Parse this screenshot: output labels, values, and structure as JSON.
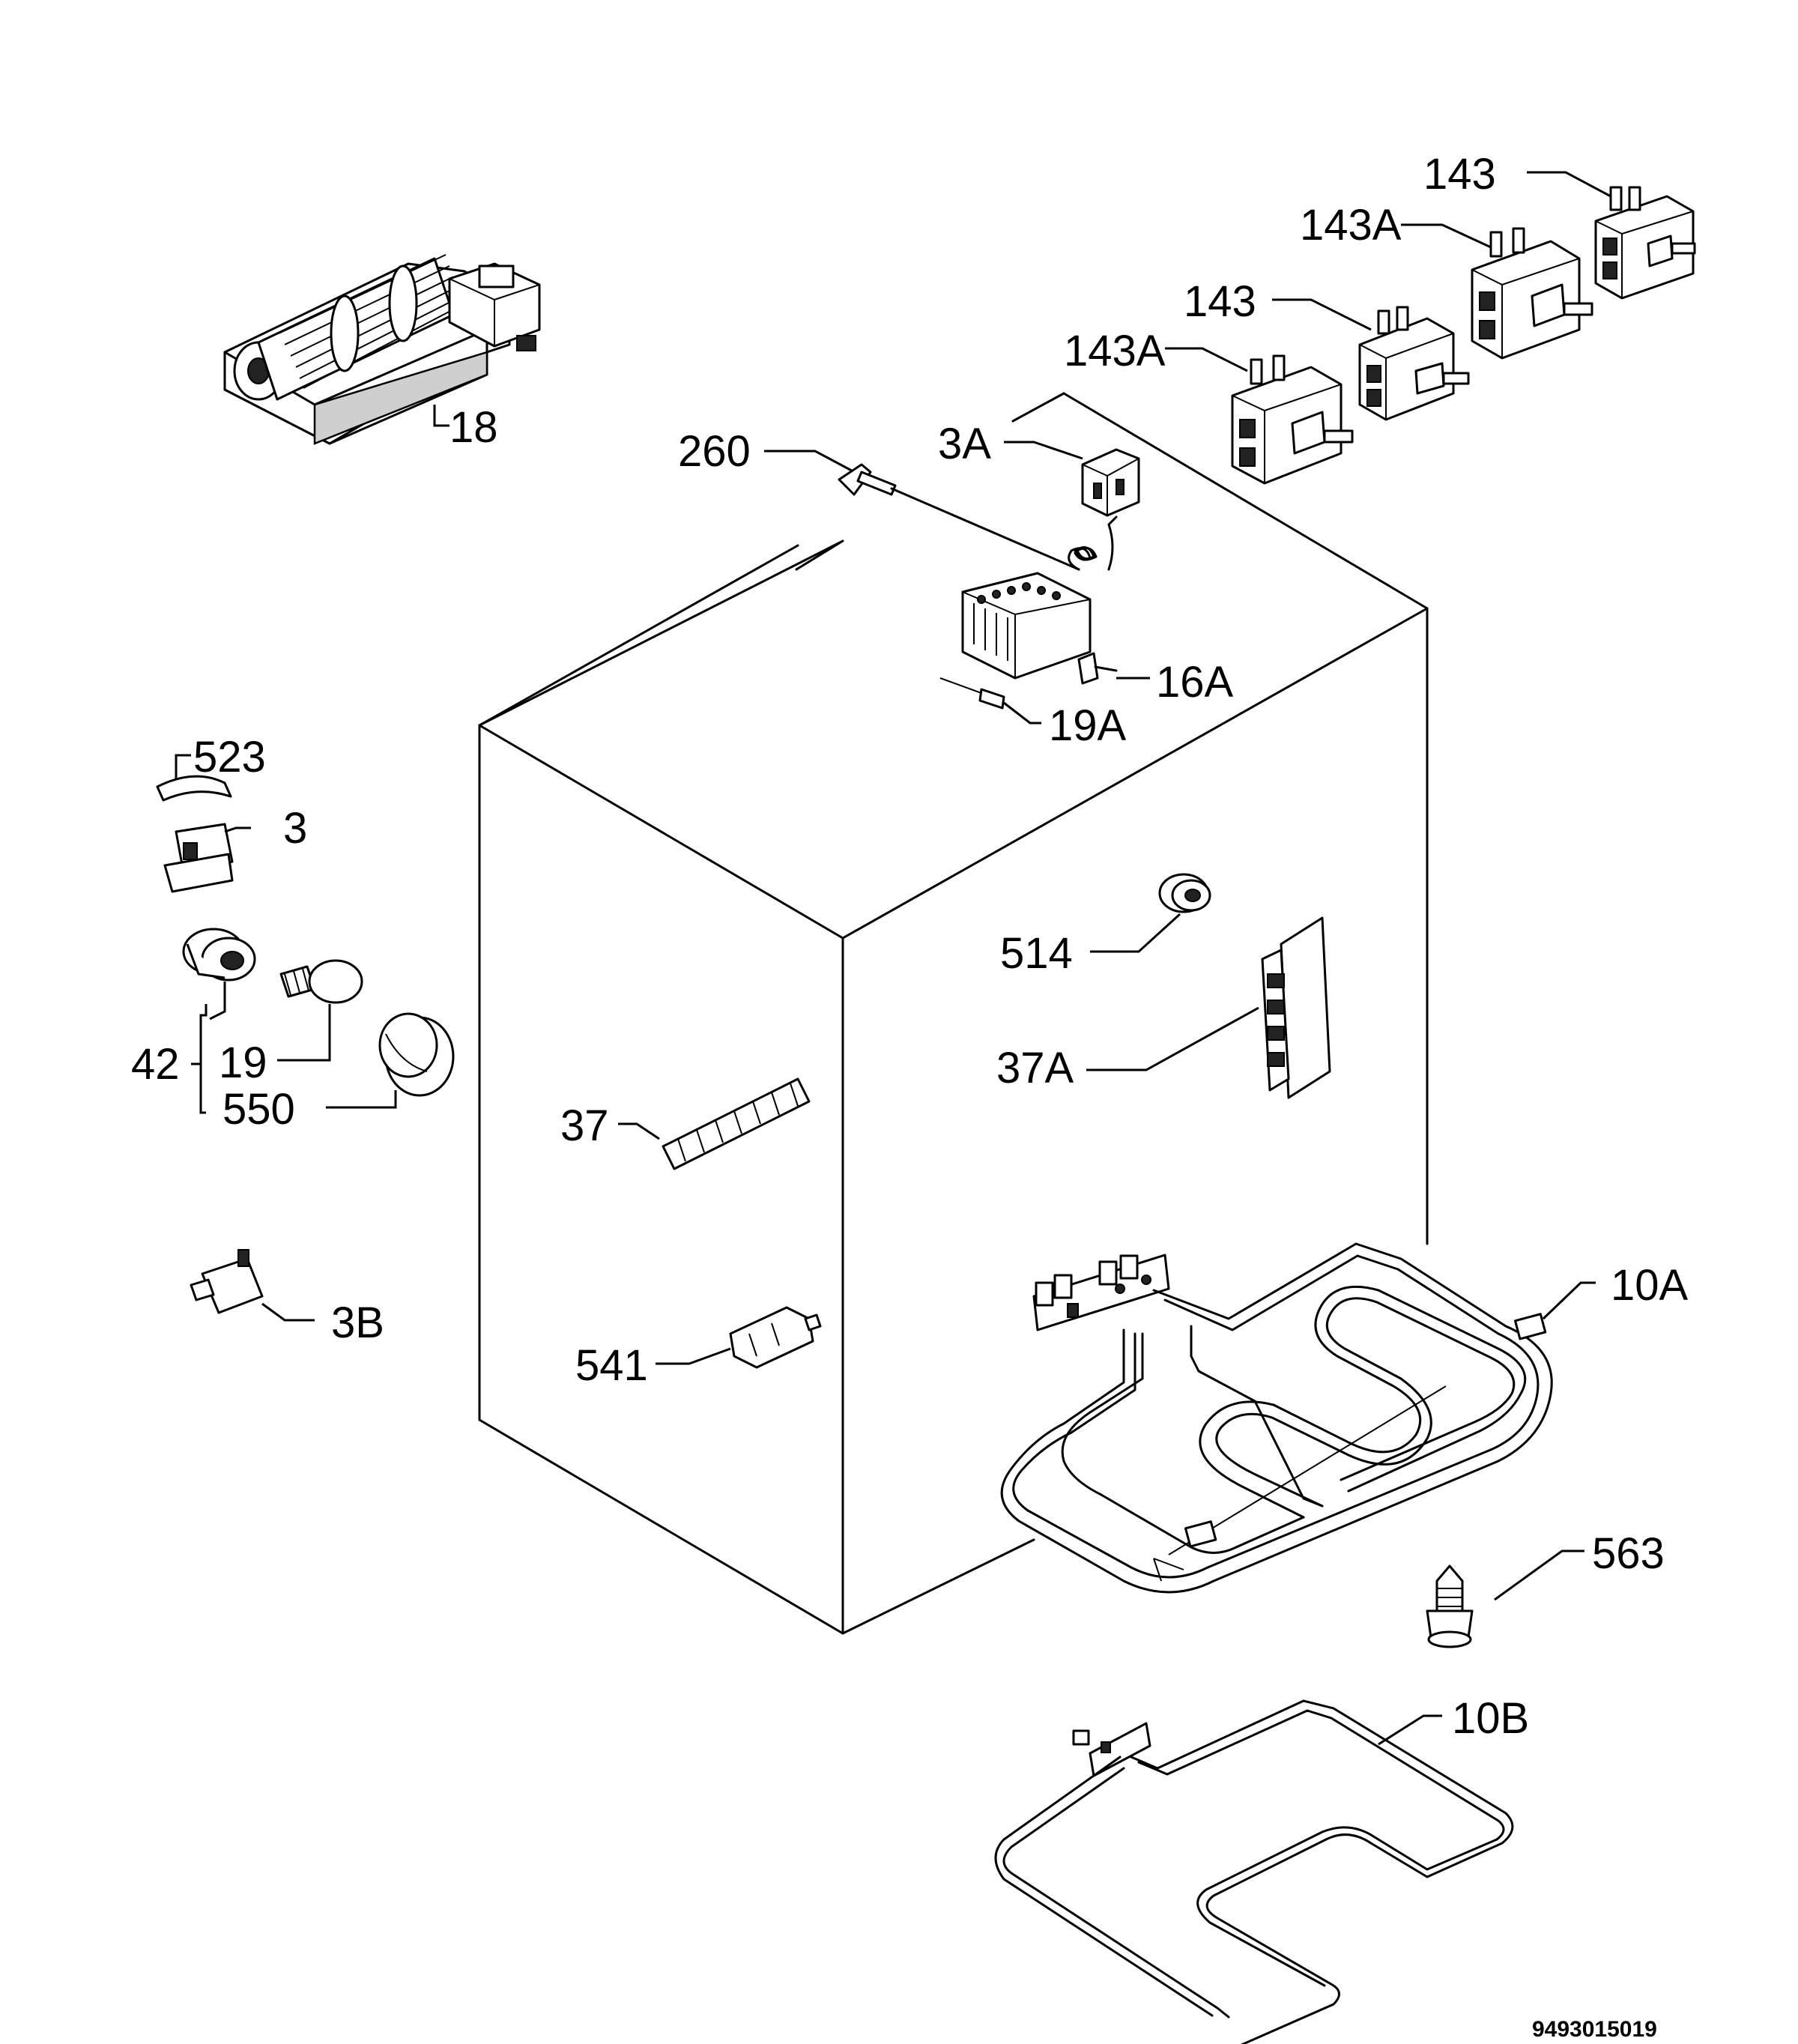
{
  "labels": {
    "fan_motor": "18",
    "thermostat_probe": "260",
    "thermostat_switch": "3A",
    "switch_143_top": "143",
    "switch_143a_top": "143A",
    "switch_143_mid": "143",
    "switch_143a_mid": "143A",
    "selector_switch": "16A",
    "lamp_19a": "19A",
    "clip_523": "523",
    "part_3": "3",
    "lamp_assembly": "42",
    "lamp_19": "19",
    "lamp_cover_550": "550",
    "part_3b": "3B",
    "grommet_514": "514",
    "terminal_block_37a": "37A",
    "terminal_block_37": "37",
    "connector_541": "541",
    "grill_element_10a": "10A",
    "foot_563": "563",
    "bottom_element_10b": "10B"
  },
  "drawing_code": "9493015019"
}
